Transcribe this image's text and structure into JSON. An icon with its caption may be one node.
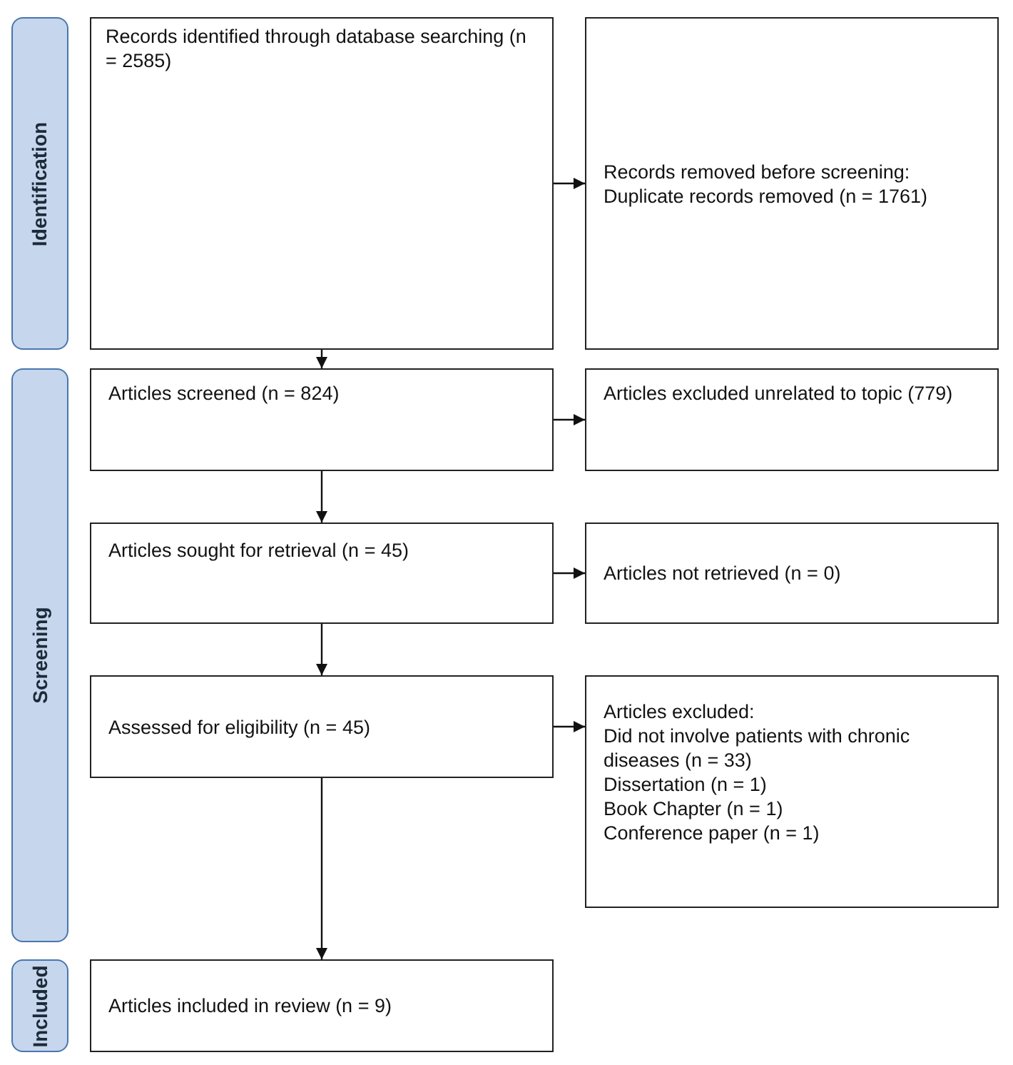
{
  "diagram": {
    "nodes": [
      {
        "text": [
          "Identification"
        ]
      },
      {
        "text": [
          "Records identified through database searching (n = 2585)"
        ]
      },
      {
        "text": [
          "Records removed before screening:",
          "Duplicate records removed (n = 1761)"
        ]
      },
      {
        "text": [
          "Screening"
        ]
      },
      {
        "text": [
          "Articles screened (n = 824)"
        ]
      },
      {
        "text": [
          "Articles excluded unrelated to topic (779)"
        ]
      },
      {
        "text": [
          "Articles sought for retrieval (n = 45)"
        ]
      },
      {
        "text": [
          "Articles not retrieved (n = 0)"
        ]
      },
      {
        "text": [
          "Assessed for eligibility (n = 45)"
        ]
      },
      {
        "text": [
          "Articles excluded:",
          "Did not involve patients with chronic diseases (n = 33)",
          "Dissertation (n = 1)",
          "Book Chapter (n = 1)",
          "Conference paper (n = 1)"
        ]
      },
      {
        "text": [
          "Included"
        ]
      },
      {
        "text": [
          "Articles included in review (n = 9)"
        ]
      }
    ],
    "edges": [
      {
        "from": 1,
        "to": 2,
        "arrow": "to"
      },
      {
        "from": 1,
        "to": 4,
        "arrow": "to"
      },
      {
        "from": 4,
        "to": 5,
        "arrow": "to"
      },
      {
        "from": 4,
        "to": 6,
        "arrow": "to"
      },
      {
        "from": 6,
        "to": 7,
        "arrow": "to"
      },
      {
        "from": 6,
        "to": 8,
        "arrow": "to"
      },
      {
        "from": 8,
        "to": 9,
        "arrow": "to"
      },
      {
        "from": 8,
        "to": 11,
        "arrow": "to"
      }
    ]
  }
}
